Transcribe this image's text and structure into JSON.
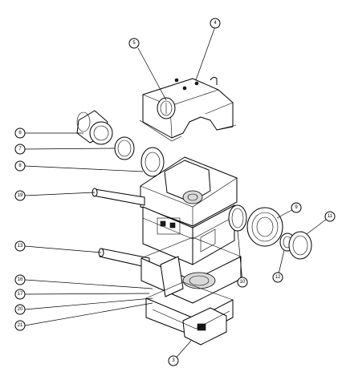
{
  "callouts": [
    {
      "id": "c5",
      "label": "5"
    },
    {
      "id": "c4",
      "label": "4"
    },
    {
      "id": "c6",
      "label": "6"
    },
    {
      "id": "c7",
      "label": "7"
    },
    {
      "id": "c8",
      "label": "8"
    },
    {
      "id": "c19",
      "label": "19"
    },
    {
      "id": "c9",
      "label": "9"
    },
    {
      "id": "c11",
      "label": "11"
    },
    {
      "id": "c13",
      "label": "13"
    },
    {
      "id": "c10",
      "label": "10"
    },
    {
      "id": "c12",
      "label": "12"
    },
    {
      "id": "c16",
      "label": "16"
    },
    {
      "id": "c17",
      "label": "17"
    },
    {
      "id": "c20",
      "label": "20"
    },
    {
      "id": "c21",
      "label": "21"
    },
    {
      "id": "c3",
      "label": "3"
    }
  ],
  "colors": {
    "line": "#000000",
    "background": "#ffffff",
    "shade": "#d9d9d9",
    "dark": "#1a1a1a"
  }
}
